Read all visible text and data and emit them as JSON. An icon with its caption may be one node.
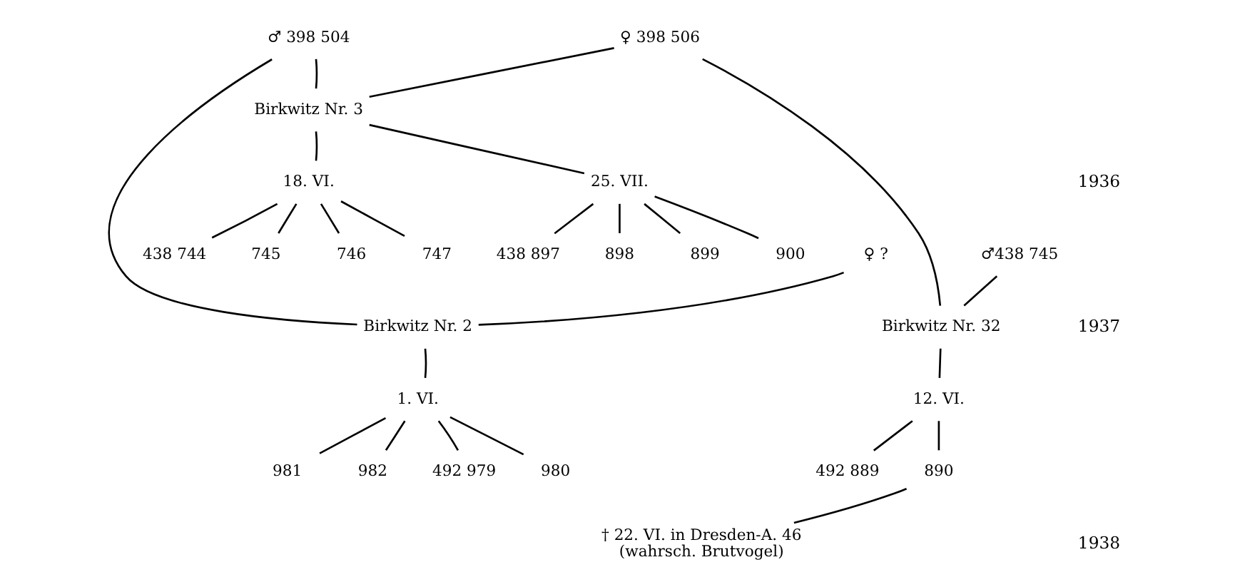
{
  "diagram": {
    "nodes": [
      {
        "text": [
          "♂ 398 504"
        ]
      },
      {
        "text": [
          "♀ 398 506"
        ]
      },
      {
        "text": [
          "Birkwitz Nr. 3"
        ]
      },
      {
        "text": [
          "18. VI."
        ]
      },
      {
        "text": [
          "25. VII."
        ]
      },
      {
        "text": [
          "438 744"
        ]
      },
      {
        "text": [
          "745"
        ]
      },
      {
        "text": [
          "746"
        ]
      },
      {
        "text": [
          "747"
        ]
      },
      {
        "text": [
          "438 897"
        ]
      },
      {
        "text": [
          "898"
        ]
      },
      {
        "text": [
          "899"
        ]
      },
      {
        "text": [
          "900"
        ]
      },
      {
        "text": [
          "Birkwitz Nr. 2"
        ]
      },
      {
        "text": [
          "♀ ?"
        ]
      },
      {
        "text": [
          "♂438 745"
        ]
      },
      {
        "text": [
          "Birkwitz Nr. 32"
        ]
      },
      {
        "text": [
          "1. VI."
        ]
      },
      {
        "text": [
          "492 979"
        ]
      },
      {
        "text": [
          "980"
        ]
      },
      {
        "text": [
          "981"
        ]
      },
      {
        "text": [
          "982"
        ]
      },
      {
        "text": [
          "12. VI."
        ]
      },
      {
        "text": [
          "492 889"
        ]
      },
      {
        "text": [
          "890"
        ]
      },
      {
        "text": [
          "† 22. VI. in Dresden-A. 46 (wahrsch. Brutvogel)"
        ]
      }
    ],
    "edges": [
      {
        "from": 0,
        "to": 2,
        "arrow": "none"
      },
      {
        "from": 1,
        "to": 2,
        "arrow": "none"
      },
      {
        "from": 2,
        "to": 3,
        "arrow": "none"
      },
      {
        "from": 2,
        "to": 4,
        "arrow": "none"
      },
      {
        "from": 3,
        "to": 5,
        "arrow": "none"
      },
      {
        "from": 3,
        "to": 6,
        "arrow": "none"
      },
      {
        "from": 3,
        "to": 7,
        "arrow": "none"
      },
      {
        "from": 3,
        "to": 8,
        "arrow": "none"
      },
      {
        "from": 4,
        "to": 9,
        "arrow": "none"
      },
      {
        "from": 4,
        "to": 10,
        "arrow": "none"
      },
      {
        "from": 4,
        "to": 11,
        "arrow": "none"
      },
      {
        "from": 4,
        "to": 12,
        "arrow": "none"
      },
      {
        "from": 0,
        "to": 13,
        "arrow": "none"
      },
      {
        "from": 14,
        "to": 13,
        "arrow": "none"
      },
      {
        "from": 15,
        "to": 16,
        "arrow": "none"
      },
      {
        "from": 1,
        "to": 16,
        "arrow": "none"
      },
      {
        "from": 13,
        "to": 17,
        "arrow": "none"
      },
      {
        "from": 17,
        "to": 18,
        "arrow": "none"
      },
      {
        "from": 17,
        "to": 19,
        "arrow": "none"
      },
      {
        "from": 17,
        "to": 20,
        "arrow": "none"
      },
      {
        "from": 17,
        "to": 21,
        "arrow": "none"
      },
      {
        "from": 16,
        "to": 22,
        "arrow": "none"
      },
      {
        "from": 22,
        "to": 23,
        "arrow": "none"
      },
      {
        "from": 22,
        "to": 24,
        "arrow": "none"
      },
      {
        "from": 24,
        "to": 25,
        "arrow": "none"
      }
    ],
    "labels": [
      "1936",
      "1937",
      "1938"
    ]
  }
}
